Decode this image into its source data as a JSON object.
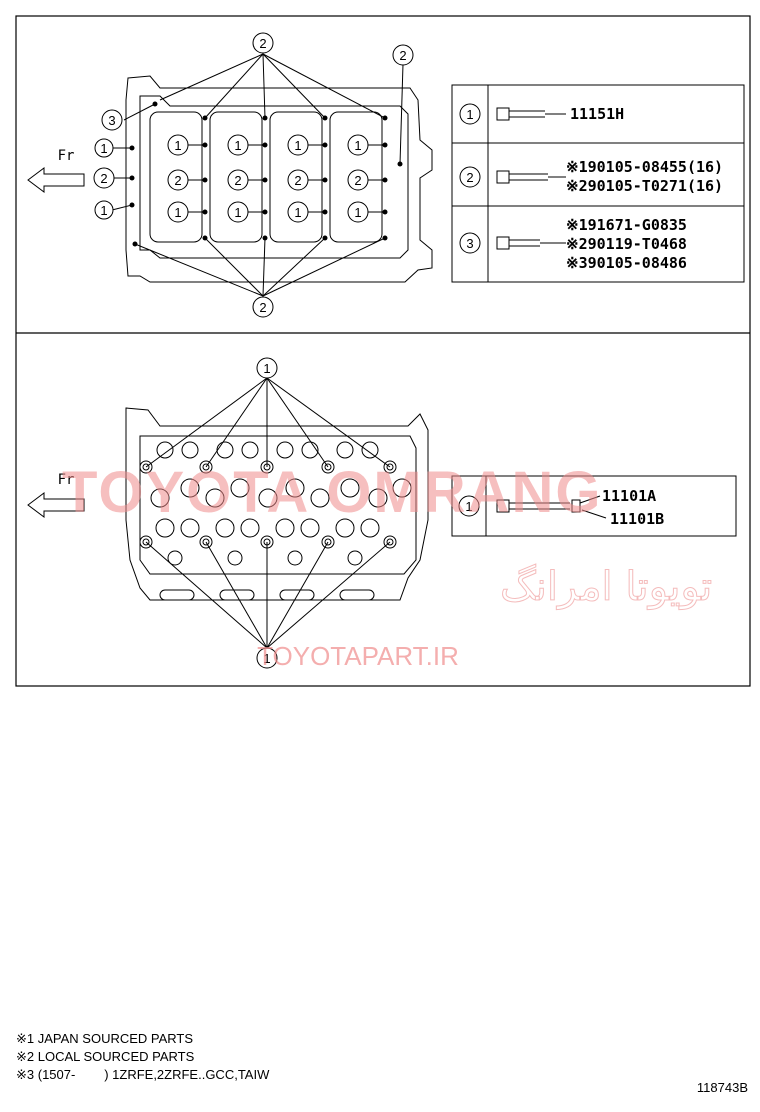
{
  "top_panel": {
    "fr_label": "Fr",
    "callouts": {
      "two_top": "2",
      "two_bottom": "2",
      "two_right": "2",
      "three_left": "3",
      "left_1a": "1",
      "left_2": "2",
      "left_1b": "1",
      "grid_row1": "1",
      "grid_row2": "2",
      "grid_row3": "1"
    },
    "legend": [
      {
        "ref": "1",
        "lines": [
          "11151H"
        ]
      },
      {
        "ref": "2",
        "lines": [
          "※190105-08455(16)",
          "※290105-T0271(16)"
        ]
      },
      {
        "ref": "3",
        "lines": [
          "※191671-G0835",
          "※290119-T0468",
          "※390105-08486"
        ]
      }
    ]
  },
  "bottom_panel": {
    "fr_label": "Fr",
    "callout_top": "1",
    "callout_bottom": "1",
    "legend": [
      {
        "ref": "1",
        "lines": [
          "11101A",
          "11101B"
        ]
      }
    ]
  },
  "watermarks": {
    "brand": "TOYOTA OMRANG",
    "farsi": "تویوتا امرانگ",
    "url": "TOYOTAPART.IR"
  },
  "notes": [
    "※1 JAPAN SOURCED PARTS",
    "※2 LOCAL SOURCED PARTS",
    "※3 (1507-        ) 1ZRFE,2ZRFE..GCC,TAIW"
  ],
  "figure_id": "118743B"
}
